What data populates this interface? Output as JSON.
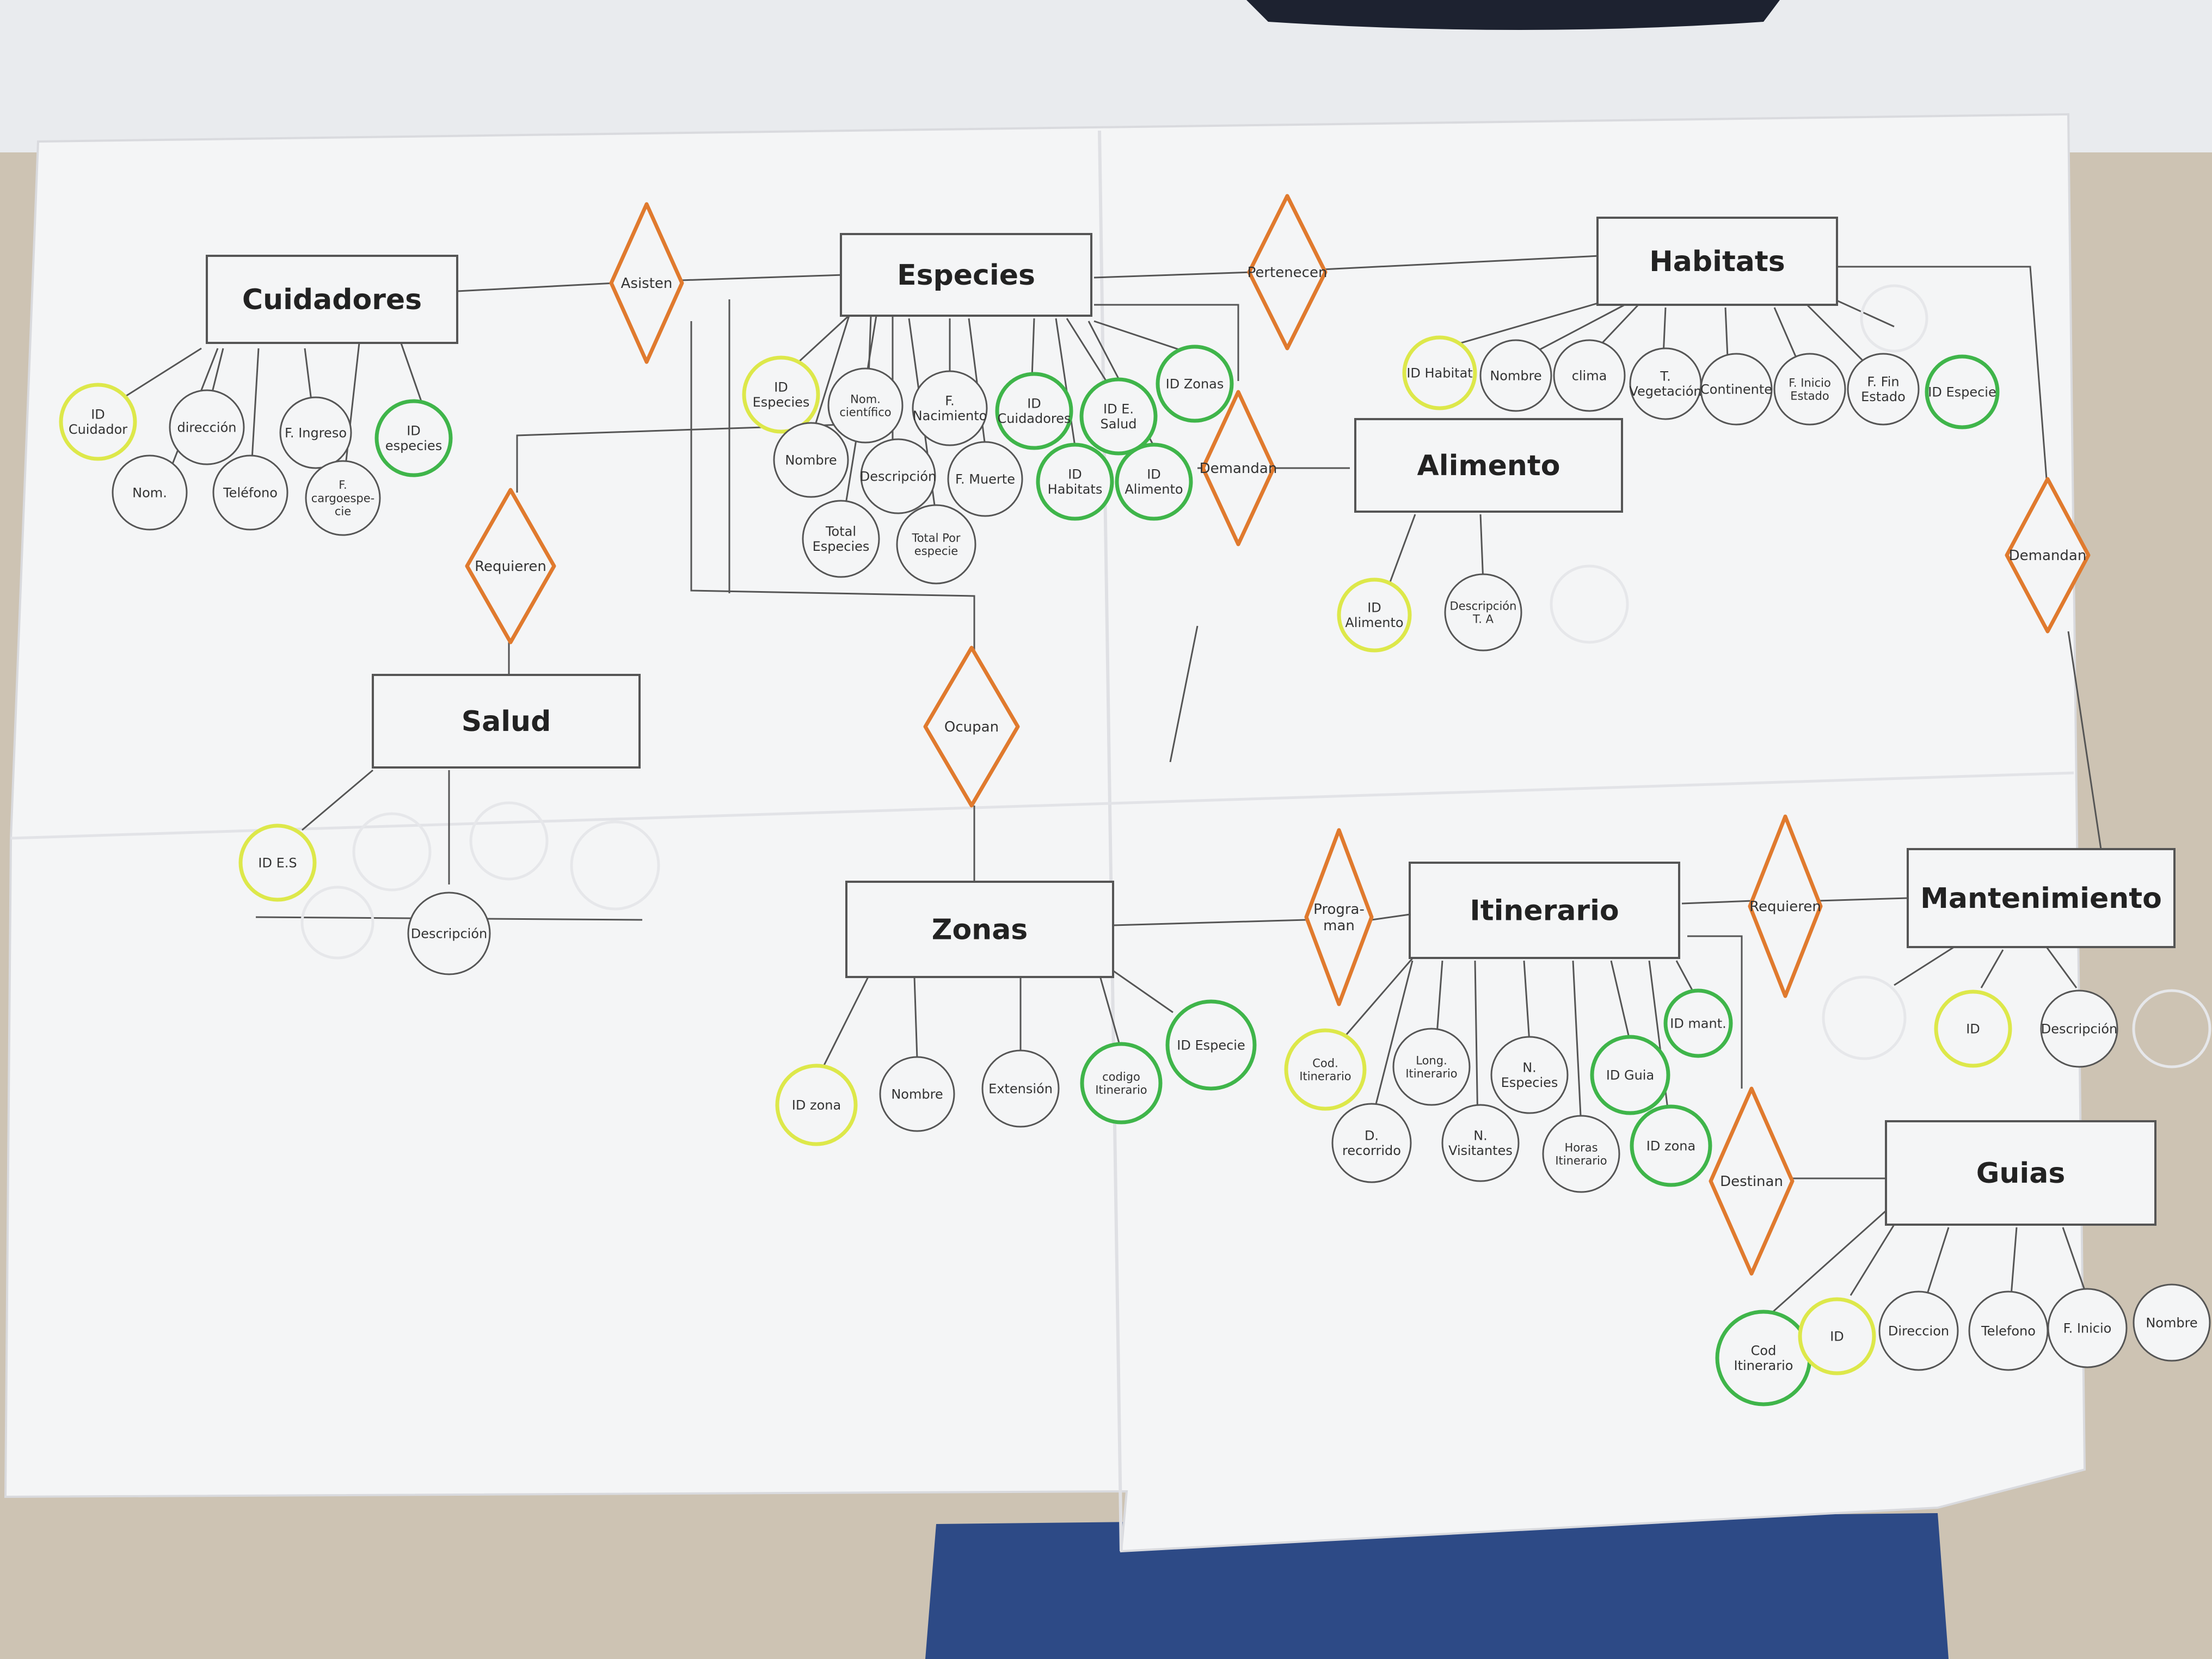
{
  "colors": {
    "paper": "#f4f5f6",
    "ink": "#555555",
    "relationship": "#e07a2e",
    "primary_key": "#dde84a",
    "foreign_key": "#3fb54a",
    "background": "#cfc6b8",
    "chair": "#2d4a86"
  },
  "entities": {
    "cuidadores": "Cuidadores",
    "especies": "Especies",
    "habitats": "Habitats",
    "alimento": "Alimento",
    "salud": "Salud",
    "zonas": "Zonas",
    "itinerario": "Itinerario",
    "mantenimiento": "Mantenimiento",
    "guias": "Guias"
  },
  "relationships": {
    "asisten": "Asisten",
    "pertenecen": "Pertenecen",
    "requieren": "Requieren",
    "demandan_alimento": "Demandan",
    "demandan_habitat": "Demandan",
    "ocupan": "Ocupan",
    "programan": "Progra- man",
    "requieren_mant": "Requieren",
    "destinan": "Destinan"
  },
  "attributes": {
    "cuidadores": [
      "ID Cuidador",
      "dirección",
      "F. Ingreso",
      "ID especies",
      "Nom.",
      "Teléfono",
      "F. cargoespe- cie"
    ],
    "especies": [
      "ID Especies",
      "Nom. científico",
      "F. Nacimiento",
      "ID Cuidadores",
      "ID E. Salud",
      "ID Zonas",
      "Nombre",
      "Descripción",
      "F. Muerte",
      "ID Habitats",
      "ID Alimento",
      "Total Especies",
      "Total Por especie"
    ],
    "habitats": [
      "ID Habitat",
      "Nombre",
      "clima",
      "T. Vegetación",
      "Continente",
      "F. Inicio Estado",
      "F. Fin Estado",
      "ID Especie"
    ],
    "alimento": [
      "ID Alimento",
      "Descripción T. A"
    ],
    "salud": [
      "ID E.S",
      "Descripción"
    ],
    "zonas": [
      "ID zona",
      "Nombre",
      "Extensión",
      "codigo Itinerario",
      "ID Especie"
    ],
    "itinerario": [
      "Cod. Itinerario",
      "Long. Itinerario",
      "N. Especies",
      "ID Guia",
      "ID mant.",
      "D. recorrido",
      "N. Visitantes",
      "Horas Itinerario",
      "ID zona"
    ],
    "mantenimiento": [
      "ID",
      "Descripción"
    ],
    "guias": [
      "Cod Itinerario",
      "ID",
      "Direccion",
      "Telefono",
      "F. Inicio",
      "Nombre"
    ]
  }
}
